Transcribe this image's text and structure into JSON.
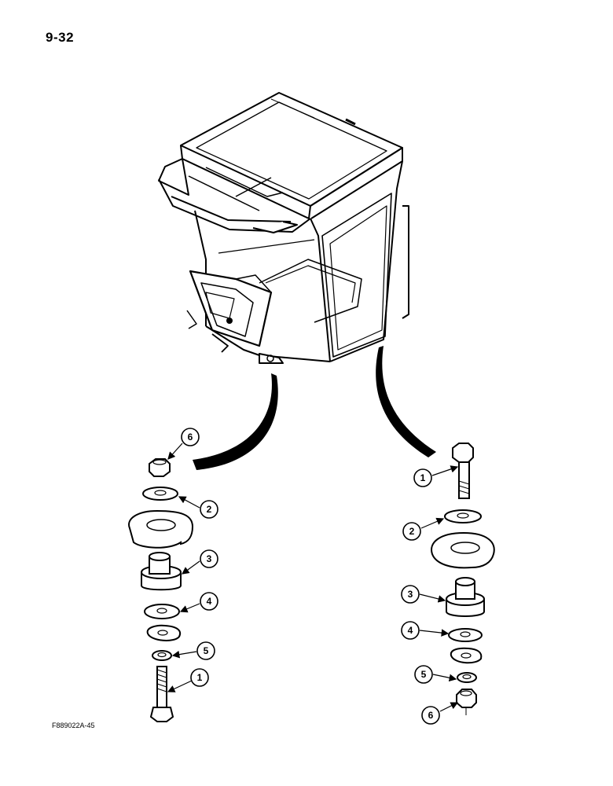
{
  "page": {
    "page_number": "9-32",
    "figure_code": "F889022A-45"
  },
  "callouts": {
    "left": {
      "c6": "6",
      "c2": "2",
      "c3": "3",
      "c4": "4",
      "c5": "5",
      "c1": "1"
    },
    "right": {
      "c1": "1",
      "c2": "2",
      "c3": "3",
      "c4": "4",
      "c5": "5",
      "c6": "6"
    }
  }
}
